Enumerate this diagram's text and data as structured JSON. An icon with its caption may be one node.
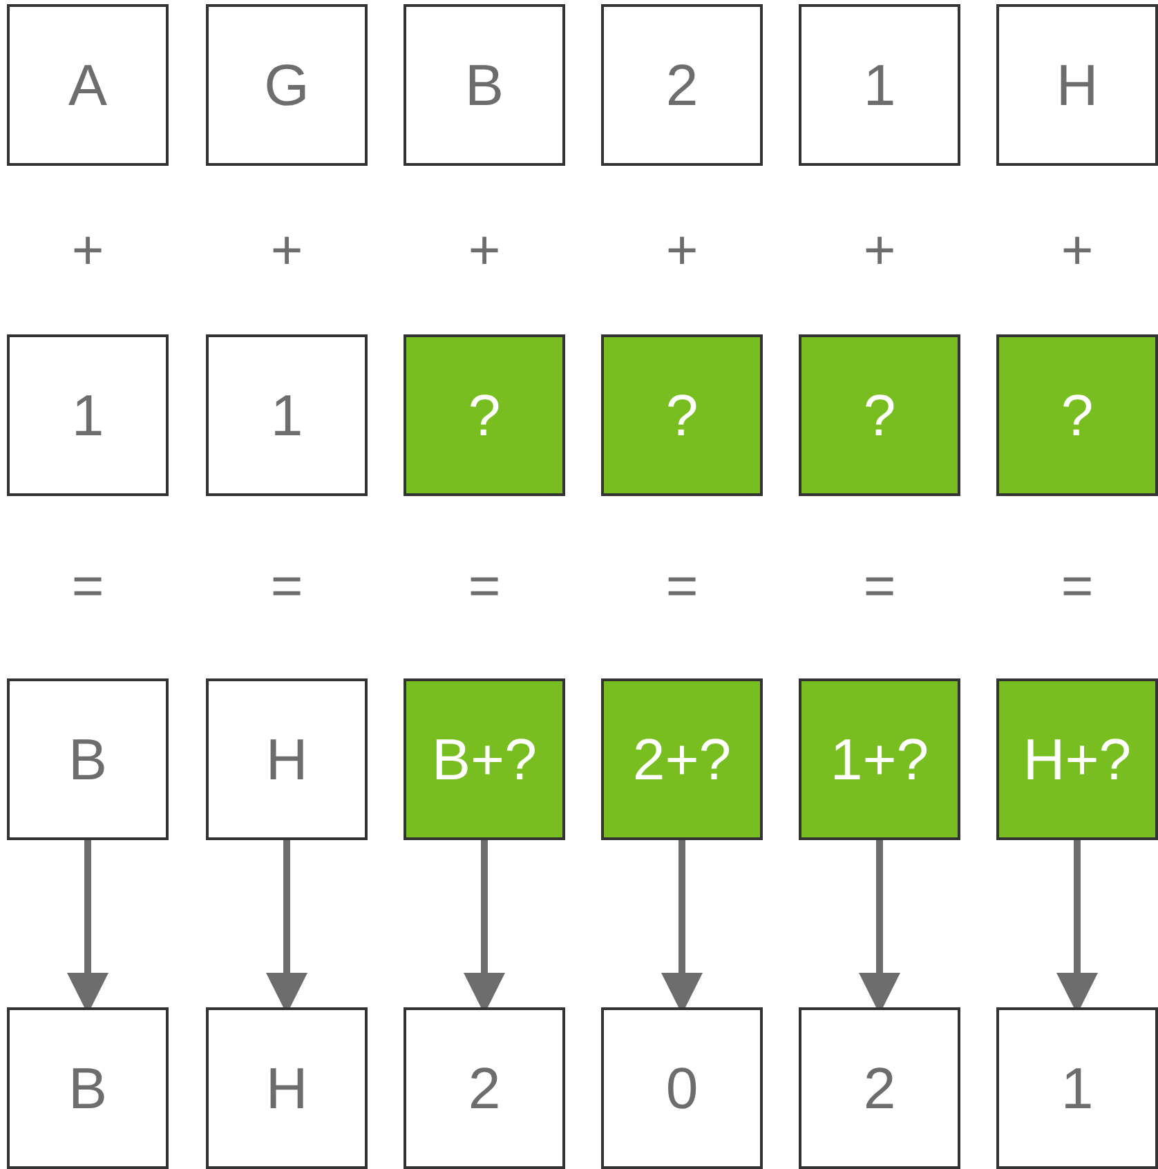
{
  "diagram": {
    "nodes": [
      {
        "text": [
          "A"
        ]
      },
      {
        "text": [
          "G"
        ]
      },
      {
        "text": [
          "B"
        ]
      },
      {
        "text": [
          "2"
        ]
      },
      {
        "text": [
          "1"
        ]
      },
      {
        "text": [
          "H"
        ]
      },
      {
        "text": [
          "1"
        ]
      },
      {
        "text": [
          "1"
        ]
      },
      {
        "text": [
          "?"
        ]
      },
      {
        "text": [
          "?"
        ]
      },
      {
        "text": [
          "?"
        ]
      },
      {
        "text": [
          "?"
        ]
      },
      {
        "text": [
          "B"
        ]
      },
      {
        "text": [
          "H"
        ]
      },
      {
        "text": [
          "B+?"
        ]
      },
      {
        "text": [
          "2+?"
        ]
      },
      {
        "text": [
          "1+?"
        ]
      },
      {
        "text": [
          "H+?"
        ]
      },
      {
        "text": [
          "B"
        ]
      },
      {
        "text": [
          "H"
        ]
      },
      {
        "text": [
          "2"
        ]
      },
      {
        "text": [
          "0"
        ]
      },
      {
        "text": [
          "2"
        ]
      },
      {
        "text": [
          "1"
        ]
      }
    ],
    "edges": [
      {
        "from": 12,
        "to": 18,
        "arrow": "to"
      },
      {
        "from": 13,
        "to": 19,
        "arrow": "to"
      },
      {
        "from": 14,
        "to": 20,
        "arrow": "to"
      },
      {
        "from": 15,
        "to": 21,
        "arrow": "to"
      },
      {
        "from": 16,
        "to": 22,
        "arrow": "to"
      },
      {
        "from": 17,
        "to": 23,
        "arrow": "to"
      }
    ],
    "labels": [
      "+",
      "+",
      "+",
      "+",
      "+",
      "+",
      "=",
      "=",
      "=",
      "=",
      "=",
      "="
    ]
  }
}
